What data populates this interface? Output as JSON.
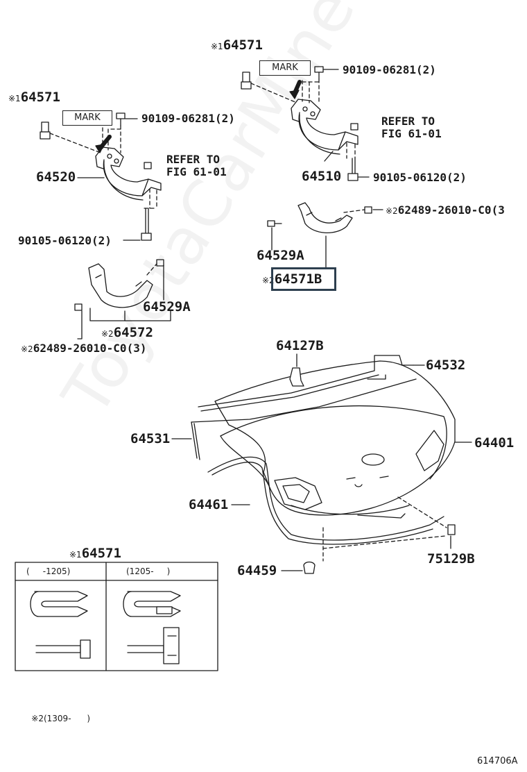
{
  "watermark": "ToyotaCarMine.ru",
  "mark_label": "MARK",
  "refer_note": "REFER TO\nFIG 61-01",
  "note_prefix1": "※1",
  "note_prefix2": "※2",
  "parts": {
    "p64571_top": "64571",
    "p64571_left": "64571",
    "p90109_right": "90109-06281(2)",
    "p90109_left": "90109-06281(2)",
    "p64520": "64520",
    "p64510": "64510",
    "p90105_right": "90105-06120(2)",
    "p90105_left": "90105-06120(2)",
    "p62489_right": "62489-26010-C0(3",
    "p62489_left": "62489-26010-C0(3)",
    "p64529A_right": "64529A",
    "p64529A_left": "64529A",
    "p64571B": "64571B",
    "p64572": "64572",
    "p64127B": "64127B",
    "p64532": "64532",
    "p64531": "64531",
    "p64401": "64401",
    "p64461": "64461",
    "p64459": "64459",
    "p75129B": "75129B",
    "p64571_table": "64571"
  },
  "table": {
    "col1": "(     -1205)",
    "col2": "(1205-     )"
  },
  "footnote": "(1309-      )",
  "figure_code": "614706A",
  "colors": {
    "line": "#1a1a1a",
    "highlight": "#2d3f4f",
    "watermark": "#e8e8e8"
  }
}
